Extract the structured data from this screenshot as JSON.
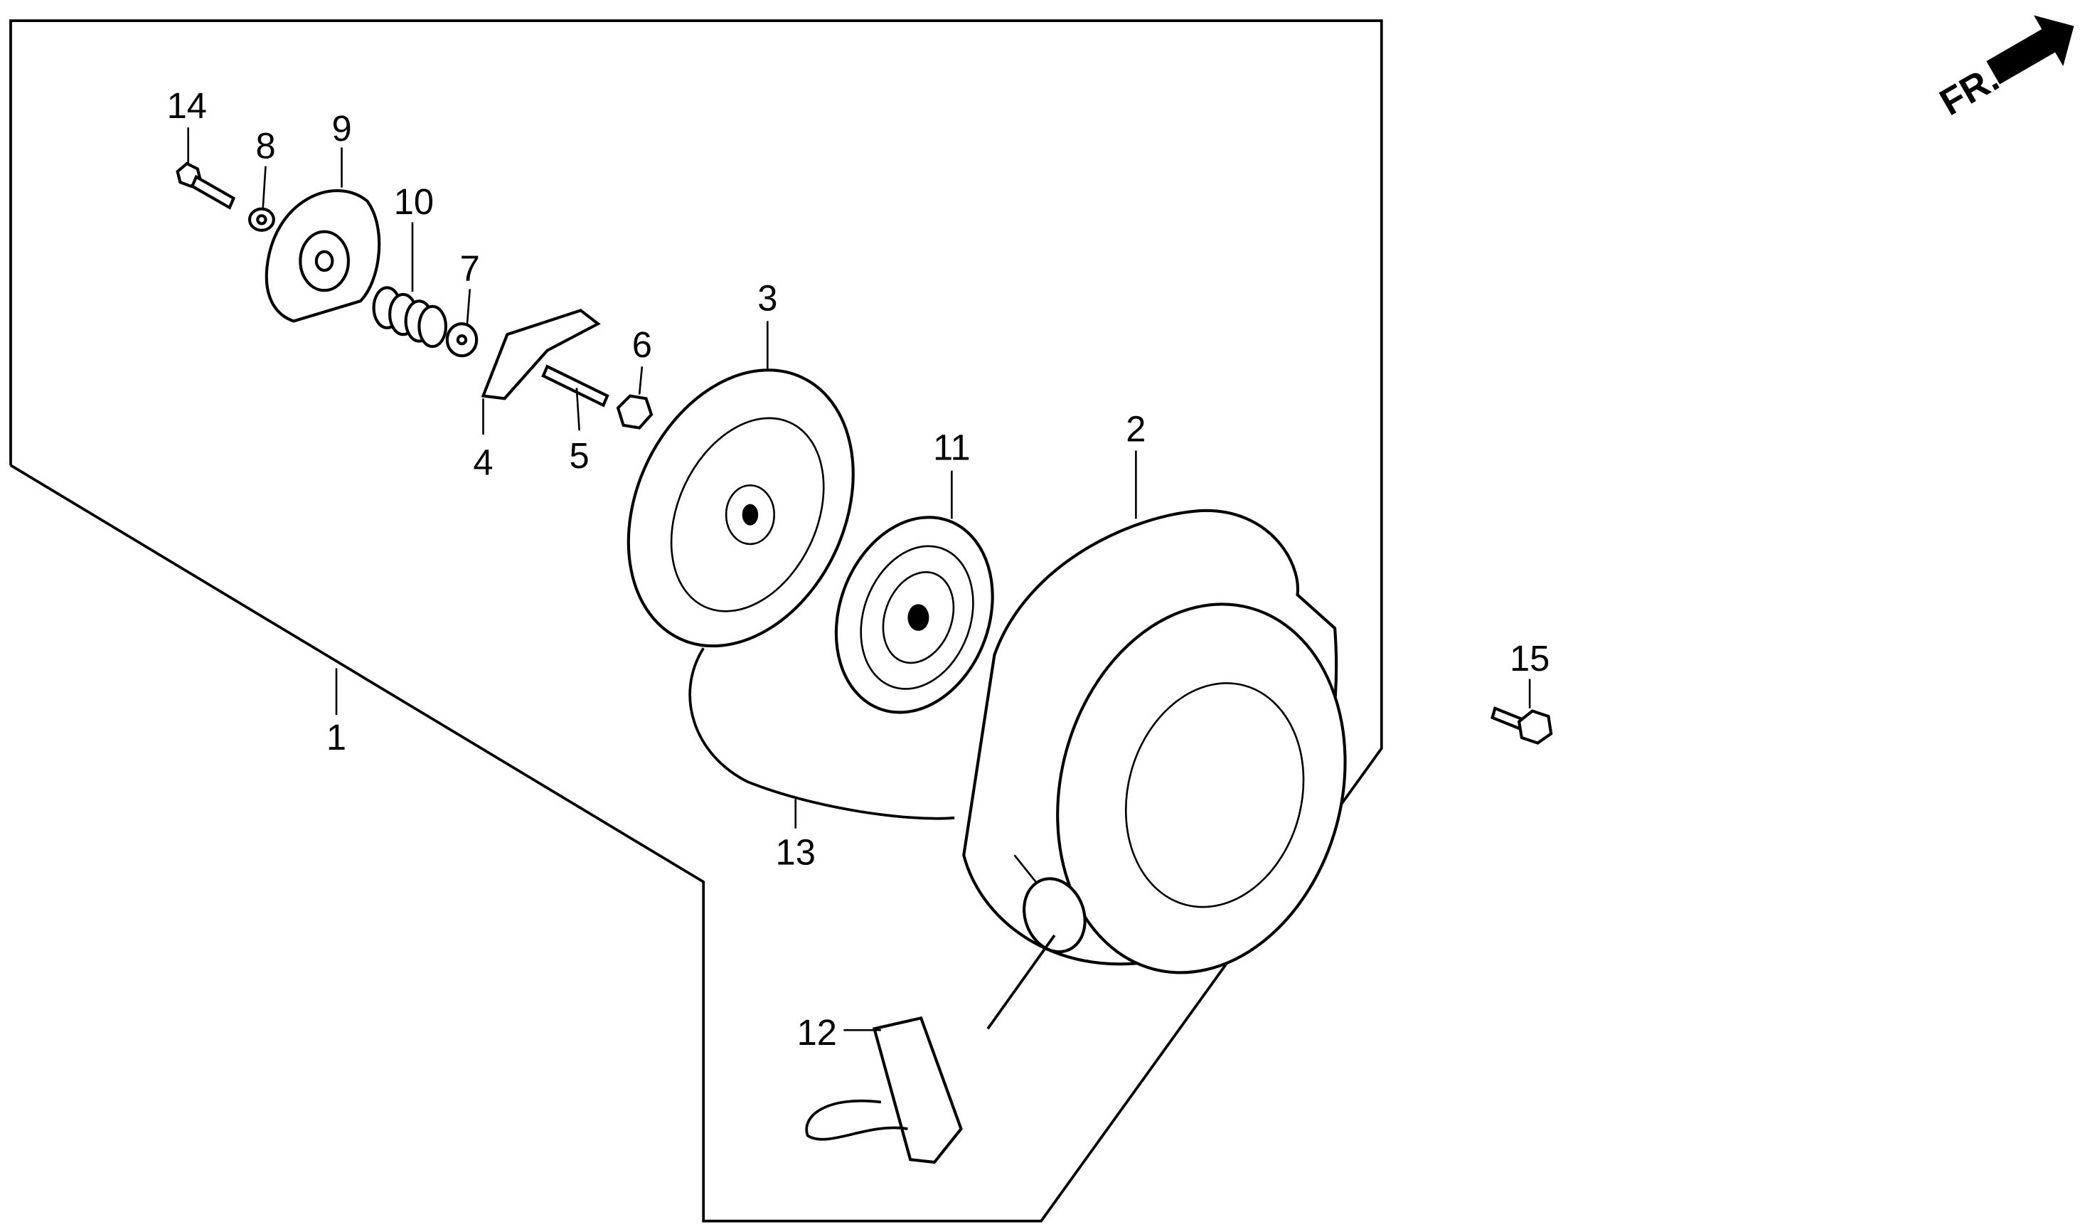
{
  "diagram": {
    "direction_indicator": "FR.",
    "colors": {
      "ink": "#000000",
      "background": "#ffffff"
    },
    "callouts": [
      {
        "number": "1",
        "part": "recoil-starter-assembly"
      },
      {
        "number": "2",
        "part": "starter-case"
      },
      {
        "number": "3",
        "part": "reel"
      },
      {
        "number": "4",
        "part": "ratchet"
      },
      {
        "number": "5",
        "part": "pin"
      },
      {
        "number": "6",
        "part": "nut"
      },
      {
        "number": "7",
        "part": "washer"
      },
      {
        "number": "8",
        "part": "washer"
      },
      {
        "number": "9",
        "part": "friction-plate"
      },
      {
        "number": "10",
        "part": "spring"
      },
      {
        "number": "11",
        "part": "recoil-spring"
      },
      {
        "number": "12",
        "part": "grip"
      },
      {
        "number": "13",
        "part": "rope"
      },
      {
        "number": "14",
        "part": "bolt"
      },
      {
        "number": "15",
        "part": "bolt"
      }
    ]
  }
}
